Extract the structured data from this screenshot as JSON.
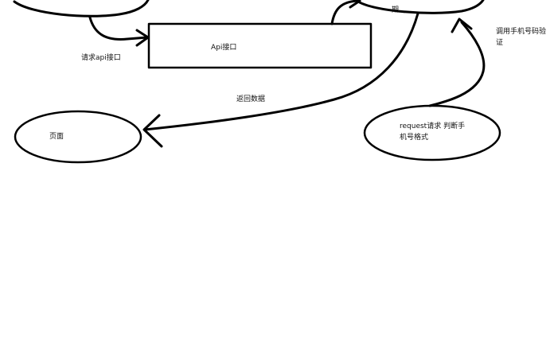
{
  "diagram": {
    "nodes": {
      "api_box": {
        "label": "Api接口"
      },
      "page_ellipse": {
        "label": "页面"
      },
      "request_ellipse": {
        "label": "request请求 判断手机号格式"
      },
      "top_right_partial": {
        "label": "期"
      }
    },
    "edges": {
      "request_api": {
        "label": "请求api接口"
      },
      "return_data": {
        "label": "返回数据"
      },
      "call_phone_verify": {
        "label": "调用手机号码验证"
      }
    },
    "stroke_color": "#000000"
  }
}
